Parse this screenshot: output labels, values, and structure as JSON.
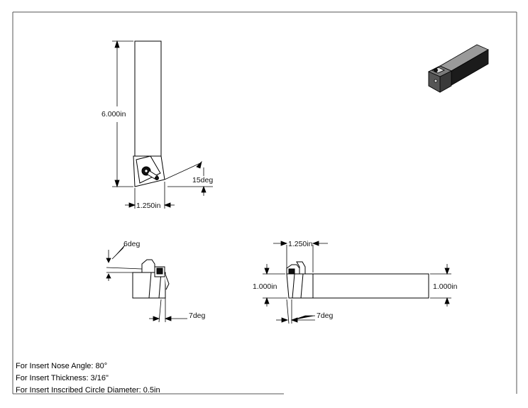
{
  "front_view": {
    "height_dim": "6.000in",
    "width_dim": "1.250in",
    "angle_dim": "15deg"
  },
  "side_view": {
    "top_angle_dim": "6deg",
    "bottom_angle_dim": "7deg"
  },
  "long_view": {
    "width_dim": "1.250in",
    "left_height_dim": "1.000in",
    "right_height_dim": "1.000in",
    "bottom_angle_dim": "7deg"
  },
  "notes": [
    "For Insert Nose Angle: 80°",
    "For Insert Thickness: 3/16\"",
    "For Insert Inscribed Circle Diameter: 0.5in"
  ]
}
